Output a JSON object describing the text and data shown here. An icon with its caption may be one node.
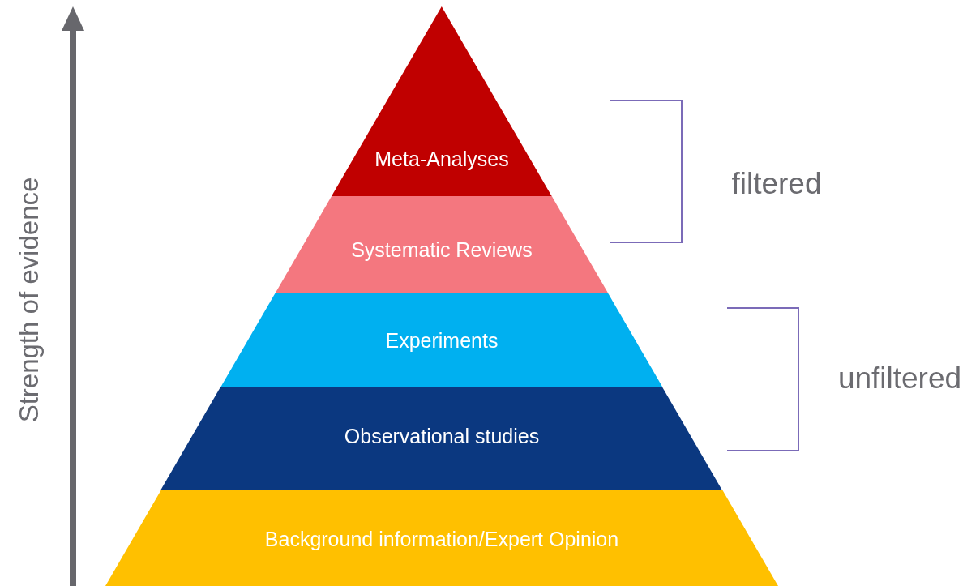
{
  "diagram": {
    "nodes": [
      {
        "text": [
          "Meta-Analyses"
        ]
      },
      {
        "text": [
          "Systematic Reviews"
        ]
      },
      {
        "text": [
          "Experiments"
        ]
      },
      {
        "text": [
          "Observational studies"
        ]
      },
      {
        "text": [
          "Background information/Expert Opinion"
        ]
      }
    ],
    "labels": [
      "Strength of evidence",
      "filtered",
      "unfiltered"
    ]
  }
}
